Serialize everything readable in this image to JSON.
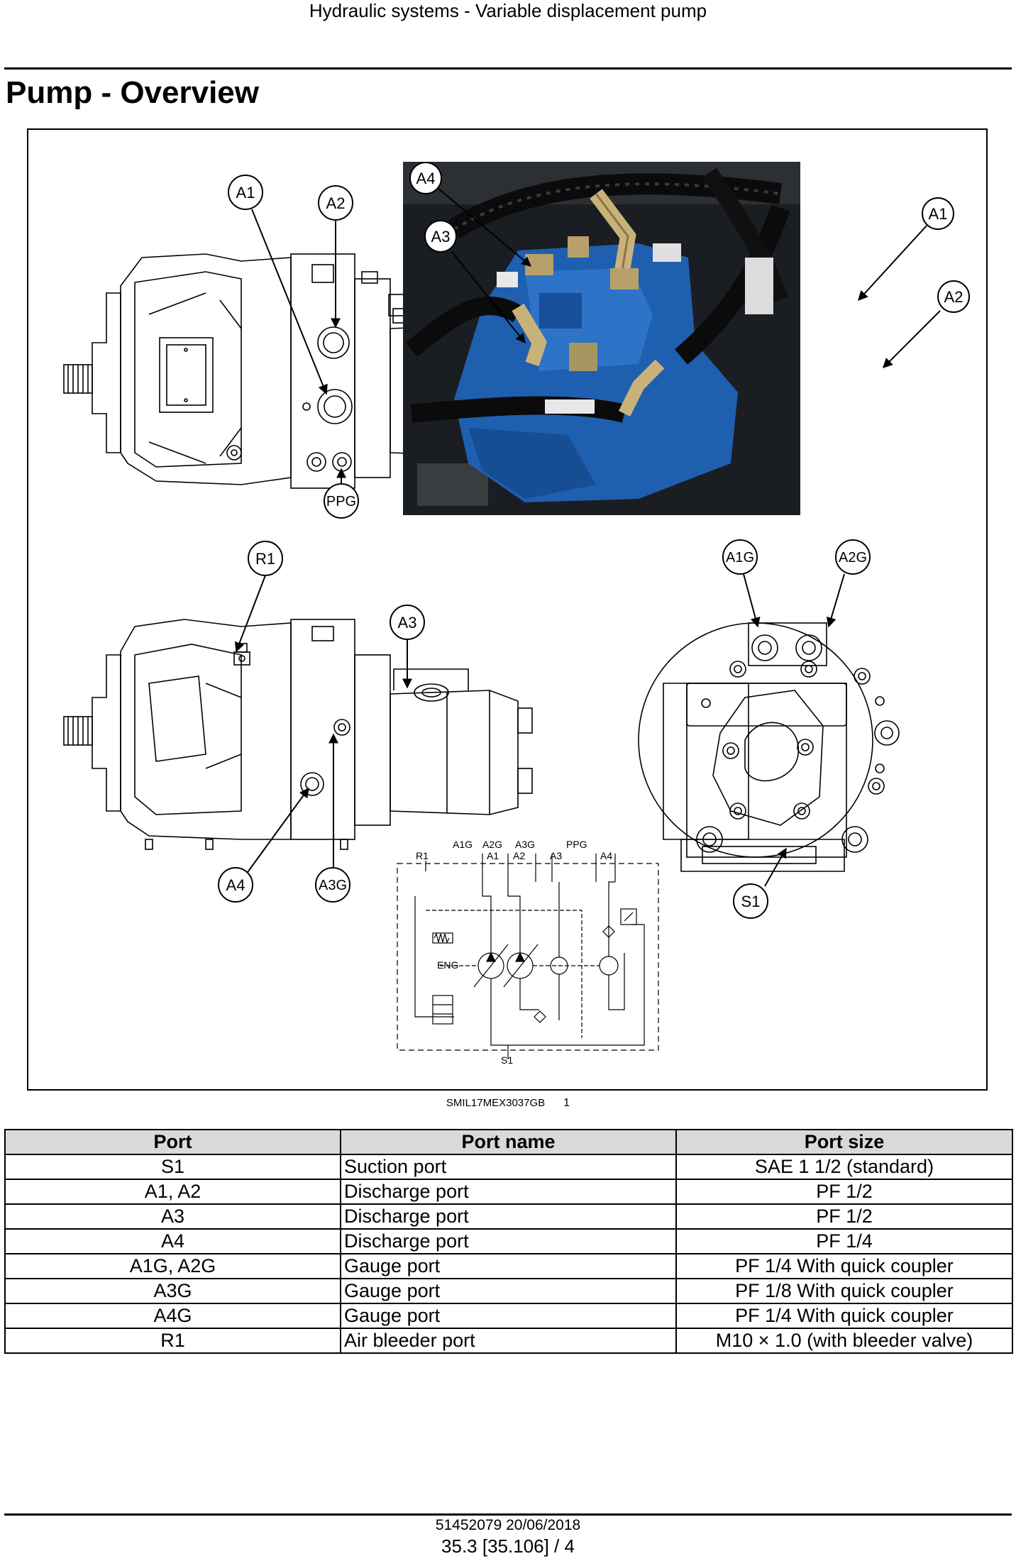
{
  "header": {
    "section_title": "Hydraulic systems - Variable displacement pump"
  },
  "page": {
    "title": "Pump - Overview"
  },
  "figure": {
    "reference_code": "SMIL17MEX3037GB",
    "number": "1",
    "labels": {
      "a1": "A1",
      "a2": "A2",
      "a3": "A3",
      "a4": "A4",
      "ppg": "PPG",
      "r1": "R1",
      "a3g": "A3G",
      "a1g": "A1G",
      "a2g": "A2G",
      "s1": "S1"
    },
    "schematic_labels": {
      "a1g": "A1G",
      "a2g": "A2G",
      "a3g": "A3G",
      "ppg": "PPG",
      "a1": "A1",
      "a2": "A2",
      "a3": "A3",
      "a4": "A4",
      "r1": "R1",
      "eng": "ENG",
      "s1": "S1"
    }
  },
  "table": {
    "headers": [
      "Port",
      "Port name",
      "Port size"
    ],
    "rows": [
      [
        "S1",
        "Suction port",
        "SAE 1 1/2 (standard)"
      ],
      [
        "A1, A2",
        "Discharge port",
        "PF 1/2"
      ],
      [
        "A3",
        "Discharge port",
        "PF 1/2"
      ],
      [
        "A4",
        "Discharge port",
        "PF 1/4"
      ],
      [
        "A1G, A2G",
        "Gauge port",
        "PF 1/4 With quick coupler"
      ],
      [
        "A3G",
        "Gauge port",
        "PF 1/8 With quick coupler"
      ],
      [
        "A4G",
        "Gauge port",
        "PF 1/4 With quick coupler"
      ],
      [
        "R1",
        "Air bleeder port",
        "M10 × 1.0 (with bleeder valve)"
      ]
    ]
  },
  "footer": {
    "doc_ref": "51452079 20/06/2018",
    "page_ref": "35.3 [35.106] / 4"
  },
  "colors": {
    "pump_blue": "#1f5fb0",
    "photo_dark": "#1a1d22",
    "header_fill": "#d9d9d9"
  }
}
